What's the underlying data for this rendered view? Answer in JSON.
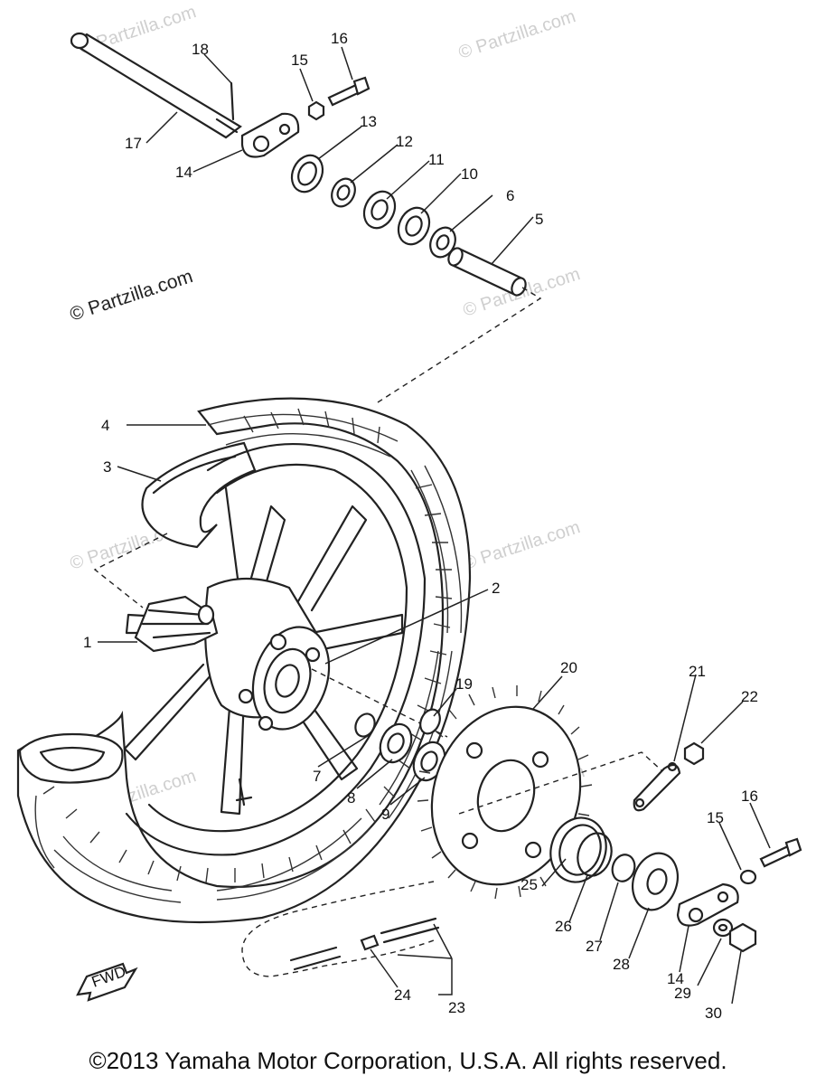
{
  "watermark": "© Partzilla.com",
  "copyright": "©2013 Yamaha Motor Corporation, U.S.A. All rights reserved.",
  "fwd_label": "FWD",
  "callouts": [
    "18",
    "16",
    "15",
    "17",
    "14",
    "13",
    "12",
    "11",
    "10",
    "6",
    "5",
    "4",
    "3",
    "2",
    "1",
    "19",
    "20",
    "21",
    "22",
    "7",
    "8",
    "9",
    "16",
    "15",
    "25",
    "26",
    "27",
    "28",
    "14",
    "29",
    "30",
    "24",
    "23"
  ]
}
